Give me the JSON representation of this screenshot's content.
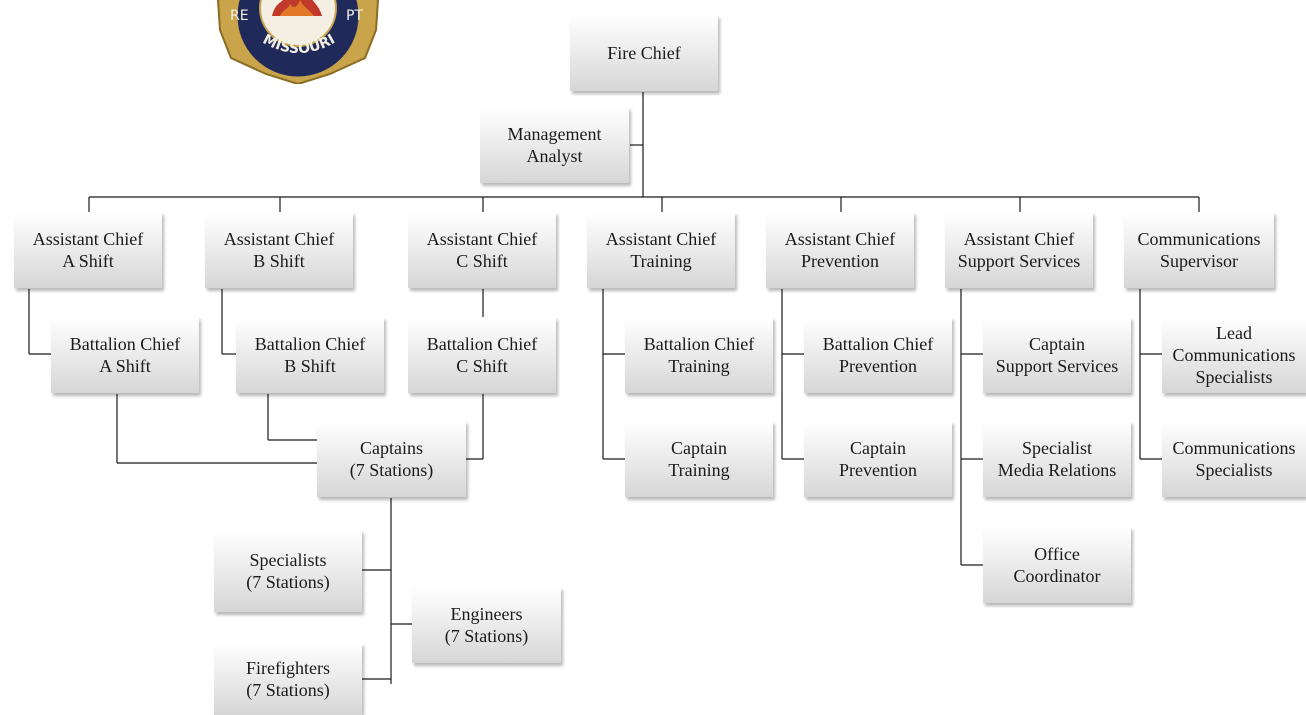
{
  "badge": {
    "name": "fire-department-badge",
    "text_left": "RE",
    "text_right": "PT",
    "text_bottom": "MISSOURI",
    "colors": {
      "navy": "#1f2a5a",
      "gold": "#c9a44a",
      "red": "#c0392b"
    }
  },
  "nodes": {
    "fire_chief": "Fire Chief",
    "management_analyst": "Management\nAnalyst",
    "ac_a": "Assistant Chief\nA Shift",
    "ac_b": "Assistant Chief\nB Shift",
    "ac_c": "Assistant Chief\nC Shift",
    "ac_training": "Assistant Chief\nTraining",
    "ac_prevention": "Assistant Chief\nPrevention",
    "ac_support": "Assistant Chief\nSupport Services",
    "comm_supervisor": "Communications\nSupervisor",
    "bc_a": "Battalion Chief\nA Shift",
    "bc_b": "Battalion Chief\nB Shift",
    "bc_c": "Battalion Chief\nC Shift",
    "bc_training": "Battalion Chief\nTraining",
    "bc_prevention": "Battalion Chief\nPrevention",
    "captain_support": "Captain\nSupport Services",
    "lead_comm": "Lead\nCommunications\nSpecialists",
    "captains": "Captains\n(7 Stations)",
    "captain_training": "Captain\nTraining",
    "captain_prevention": "Captain\nPrevention",
    "specialist_media": "Specialist\nMedia Relations",
    "comm_specialists": "Communications\nSpecialists",
    "office_coordinator": "Office\nCoordinator",
    "specialists": "Specialists\n(7 Stations)",
    "engineers": "Engineers\n(7 Stations)",
    "firefighters": "Firefighters\n(7 Stations)"
  }
}
